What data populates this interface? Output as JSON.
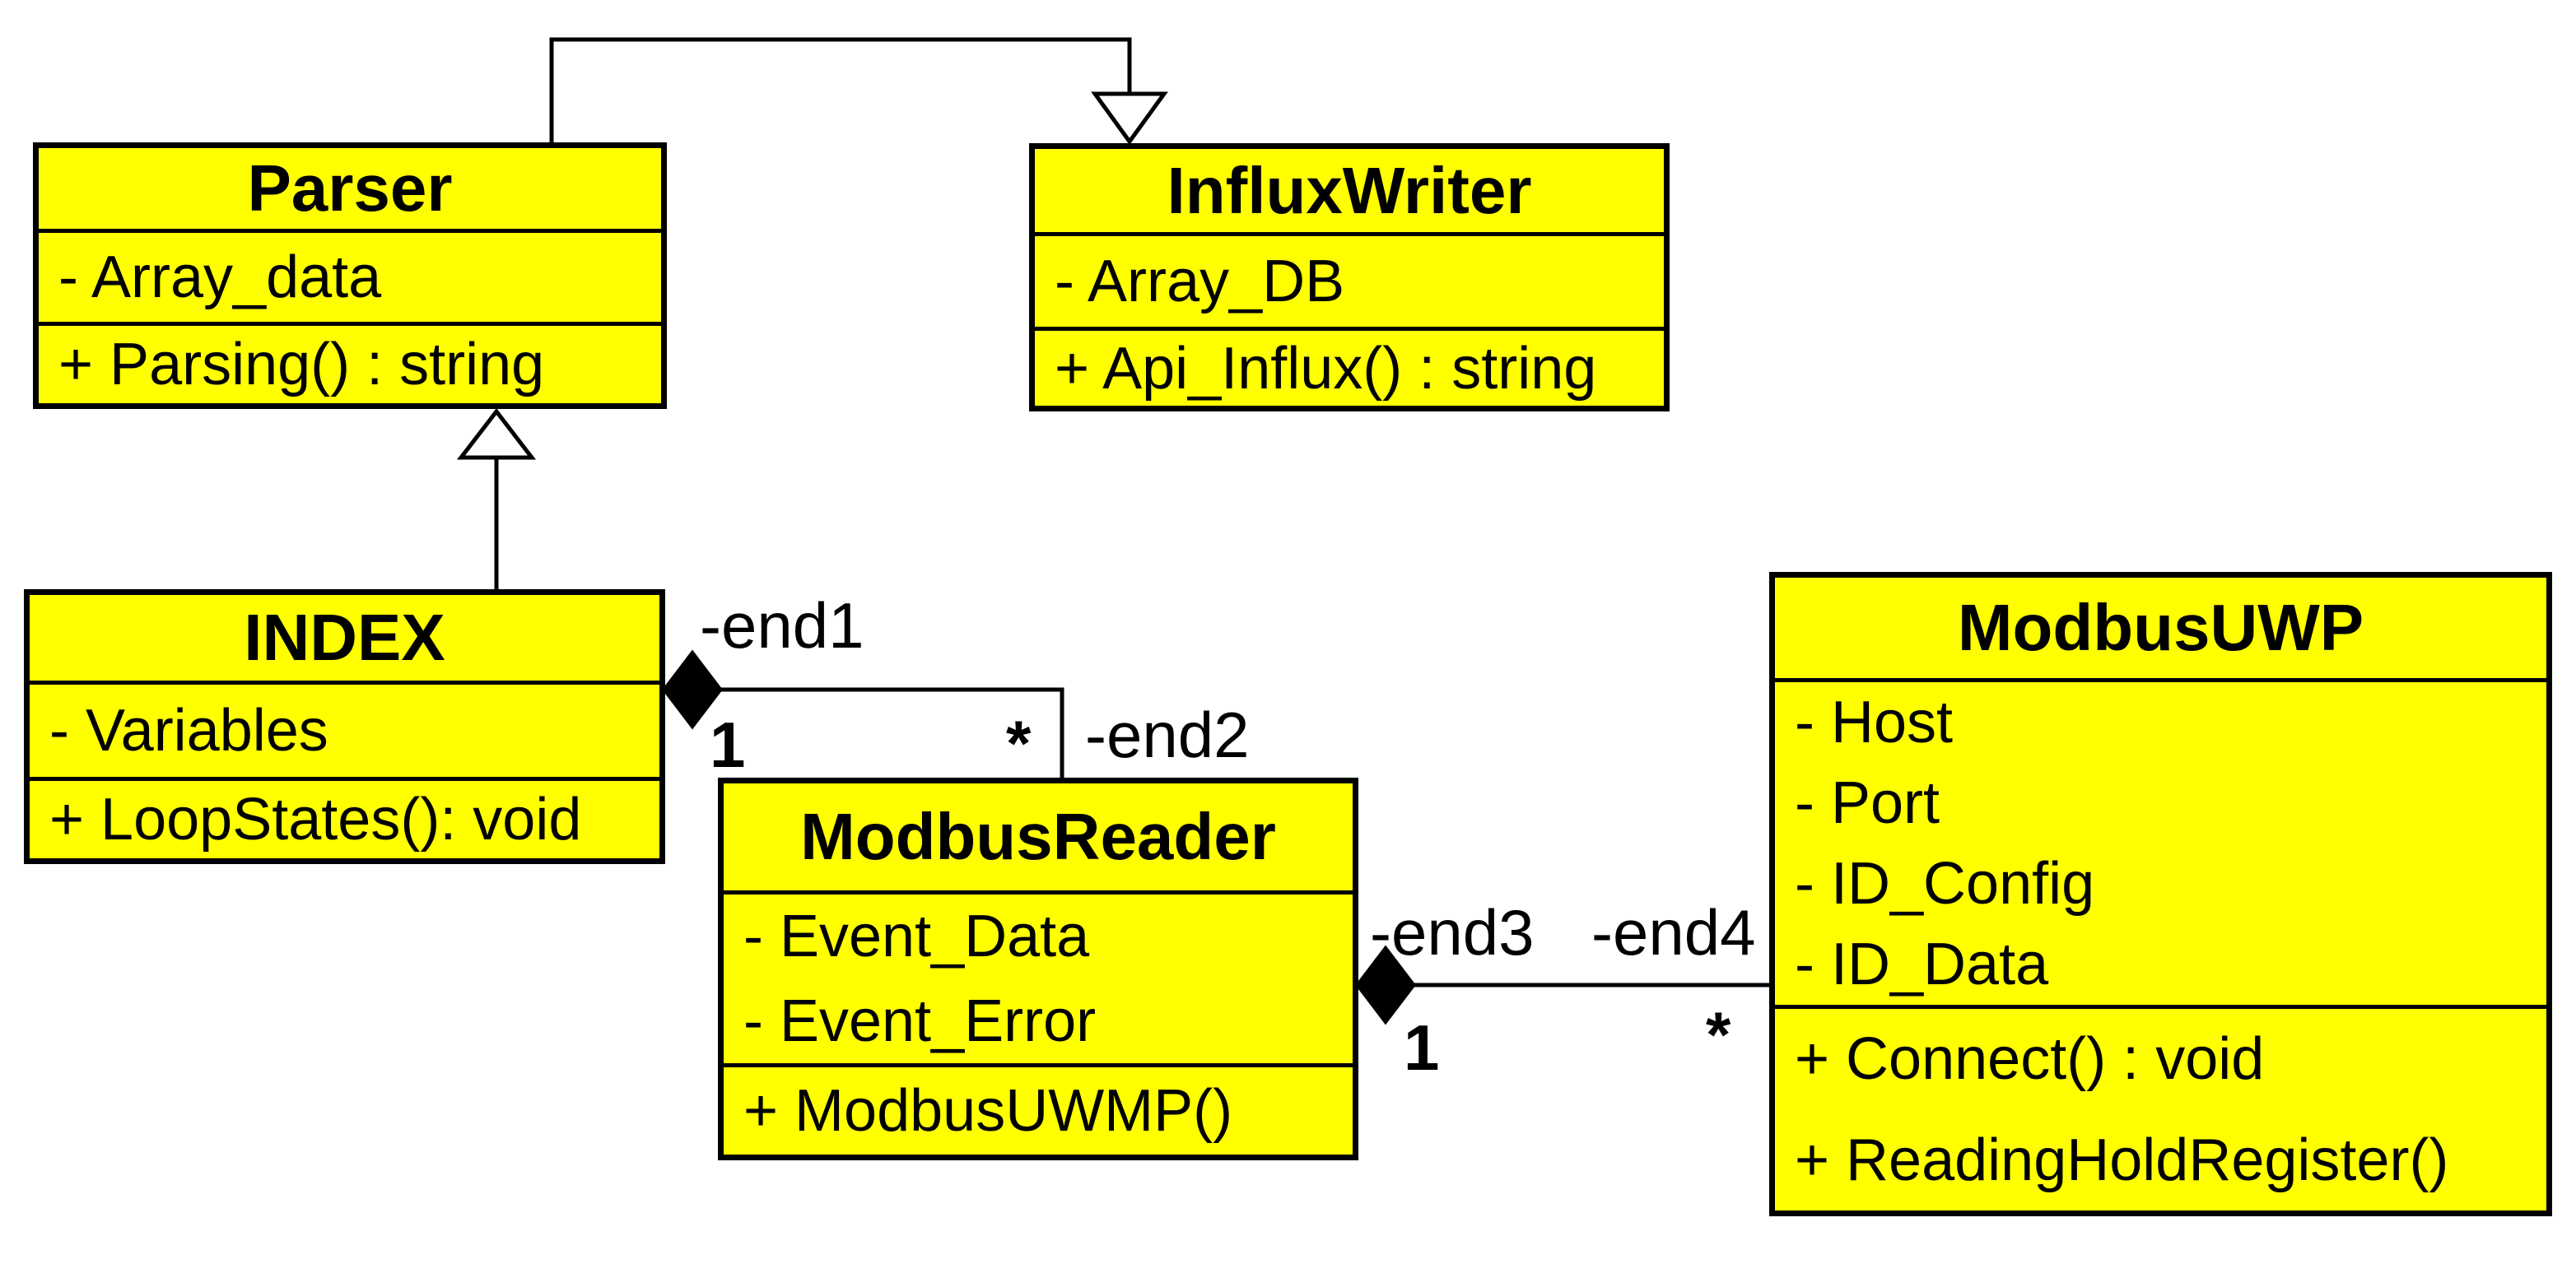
{
  "diagram_type": "uml-class-diagram",
  "colors": {
    "class_fill": "#ffff00",
    "line_color": "#000000",
    "background": "#ffffff"
  },
  "classes": [
    {
      "name": "Parser",
      "attributes": [
        "- Array_data"
      ],
      "methods": [
        "+ Parsing() : string"
      ]
    },
    {
      "name": "InfluxWriter",
      "attributes": [
        "- Array_DB"
      ],
      "methods": [
        "+ Api_Influx() : string"
      ]
    },
    {
      "name": "INDEX",
      "attributes": [
        "- Variables"
      ],
      "methods": [
        "+ LoopStates(): void"
      ]
    },
    {
      "name": "ModbusReader",
      "attributes": [
        "- Event_Data",
        "- Event_Error"
      ],
      "methods": [
        "+ ModbusUWMP()"
      ]
    },
    {
      "name": "ModbusUWP",
      "attributes": [
        "- Host",
        "- Port",
        "- ID_Config",
        "- ID_Data"
      ],
      "methods": [
        "+ Connect() : void",
        "+ ReadingHoldRegister()"
      ]
    }
  ],
  "relationships": [
    {
      "type": "generalization",
      "from": "Parser",
      "to": "InfluxWriter"
    },
    {
      "type": "generalization",
      "from": "INDEX",
      "to": "Parser"
    },
    {
      "type": "composition",
      "owner": "INDEX",
      "part": "ModbusReader",
      "ends": [
        {
          "label": "-end1",
          "multiplicity": "1"
        },
        {
          "label": "-end2",
          "multiplicity": "*"
        }
      ]
    },
    {
      "type": "composition",
      "owner": "ModbusReader",
      "part": "ModbusUWP",
      "ends": [
        {
          "label": "-end3",
          "multiplicity": "1"
        },
        {
          "label": "-end4",
          "multiplicity": "*"
        }
      ]
    }
  ]
}
